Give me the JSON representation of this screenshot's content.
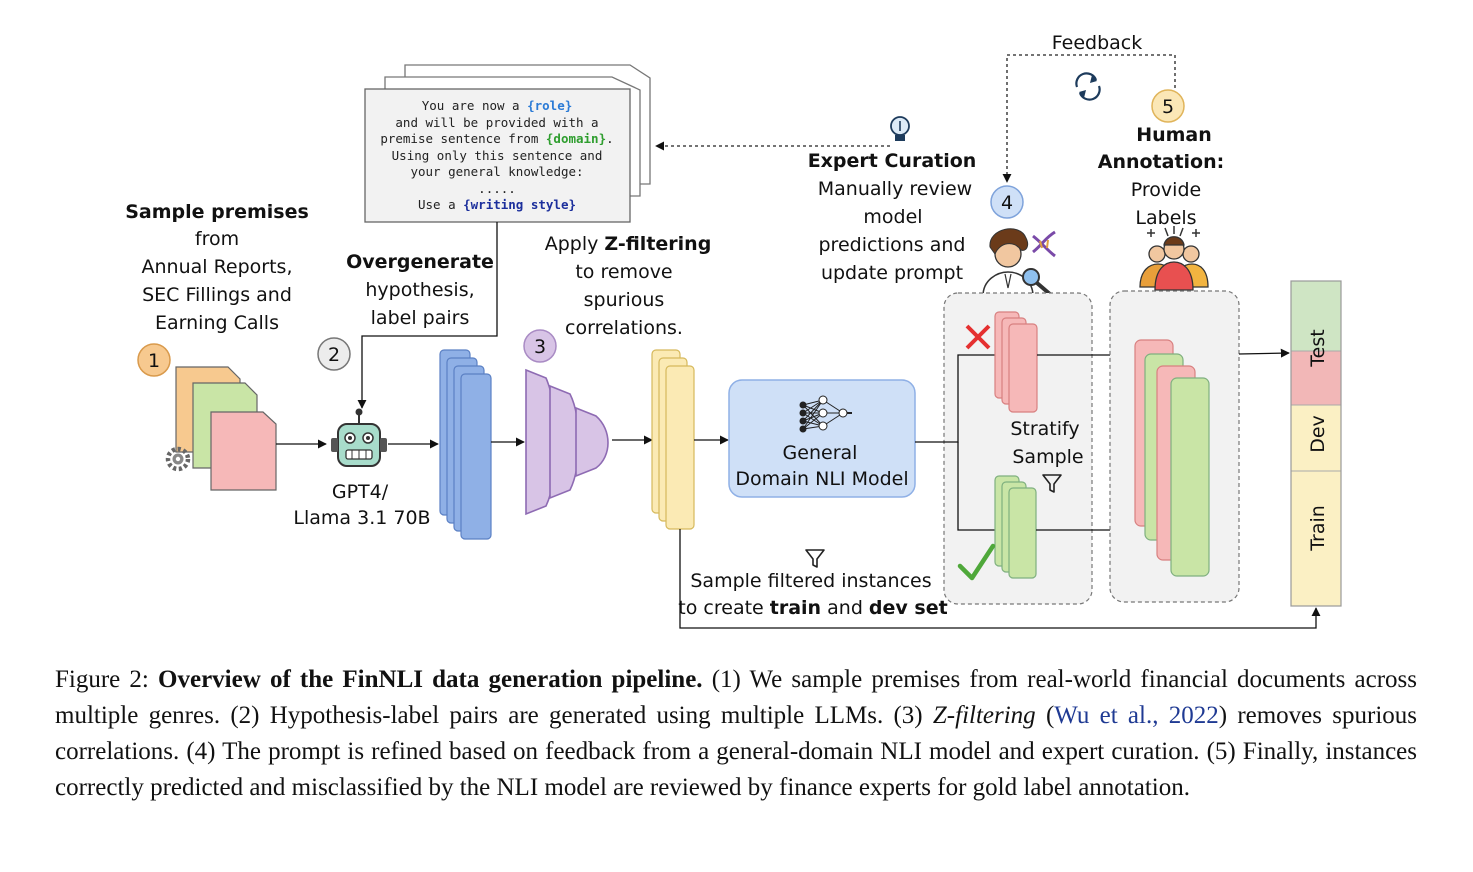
{
  "step_numbers": [
    "1",
    "2",
    "3",
    "4",
    "5"
  ],
  "colors": {
    "orange": "#f7c98f",
    "green": "#c9e5a6",
    "pink": "#f6b8b8",
    "blue": "#8fb0e6",
    "purple": "#d8c4e6",
    "yellow": "#fbeab4",
    "nli_box": "#cfe0f7",
    "test_green": "#cfe5c4",
    "test_pink": "#f2b7b7",
    "dev_yellow": "#fbf0c4"
  },
  "icons": [
    "gear-icon",
    "robot-icon",
    "lightbulb-icon",
    "refresh-icon",
    "expert-icon",
    "dna-icon",
    "magnifier-icon",
    "crowd-icon",
    "filter-icon",
    "neural-network-icon",
    "red-cross-icon",
    "green-check-icon"
  ],
  "prompt": {
    "line1_pre": "You are now a ",
    "role": "{role}",
    "line2": "and will be provided with a",
    "line3_pre": "premise sentence from ",
    "domain": "{domain}",
    "line3_post": ".",
    "line4": "Using only this sentence and",
    "line5": "your general knowledge:",
    "line6": ".....",
    "line7_pre": "Use a ",
    "style": "{writing style}"
  },
  "labels": {
    "sample_premises_bold": "Sample premises",
    "sample_premises_lines": [
      "from",
      "Annual Reports,",
      "SEC Fillings and",
      "Earning Calls"
    ],
    "overgenerate_bold": "Overgenerate",
    "overgenerate_lines": [
      "hypothesis,",
      "label pairs"
    ],
    "model_lines": [
      "GPT4/",
      "Llama 3.1 70B"
    ],
    "apply": "Apply ",
    "zfilter_bold": "Z-filtering",
    "zfilter_lines": [
      "to remove",
      "spurious",
      "correlations."
    ],
    "nli_lines": [
      "General",
      "Domain NLI Model"
    ],
    "expert_bold": "Expert Curation",
    "expert_lines": [
      "Manually review",
      "model",
      "predictions and",
      "update prompt"
    ],
    "feedback": "Feedback",
    "human_bold": [
      "Human",
      "Annotation:"
    ],
    "human_lines": [
      "Provide",
      "Labels"
    ],
    "stratify_lines": [
      "Stratify",
      "Sample"
    ],
    "sample_filtered_line1": "Sample filtered instances",
    "sample_filtered_pre": "to create ",
    "train_bold": "train",
    "and": " and ",
    "dev_set_bold": "dev set",
    "splits": [
      "Test",
      "Dev",
      "Train"
    ]
  },
  "caption": {
    "prefix": "Figure 2: ",
    "title": "Overview of the FinNLI data generation pipeline.",
    "part1": " (1) We sample premises from real-world financial documents across multiple genres. (2) Hypothesis-label pairs are generated using multiple LLMs. (3) ",
    "zfilter": "Z-filtering",
    "part2": " (",
    "cite": "Wu et al., 2022",
    "part3": ") removes spurious correlations. (4) The prompt is refined based on feedback from a general-domain NLI model and expert curation. (5) Finally, instances correctly predicted and misclassified by the NLI model are reviewed by finance experts for gold label annotation."
  }
}
